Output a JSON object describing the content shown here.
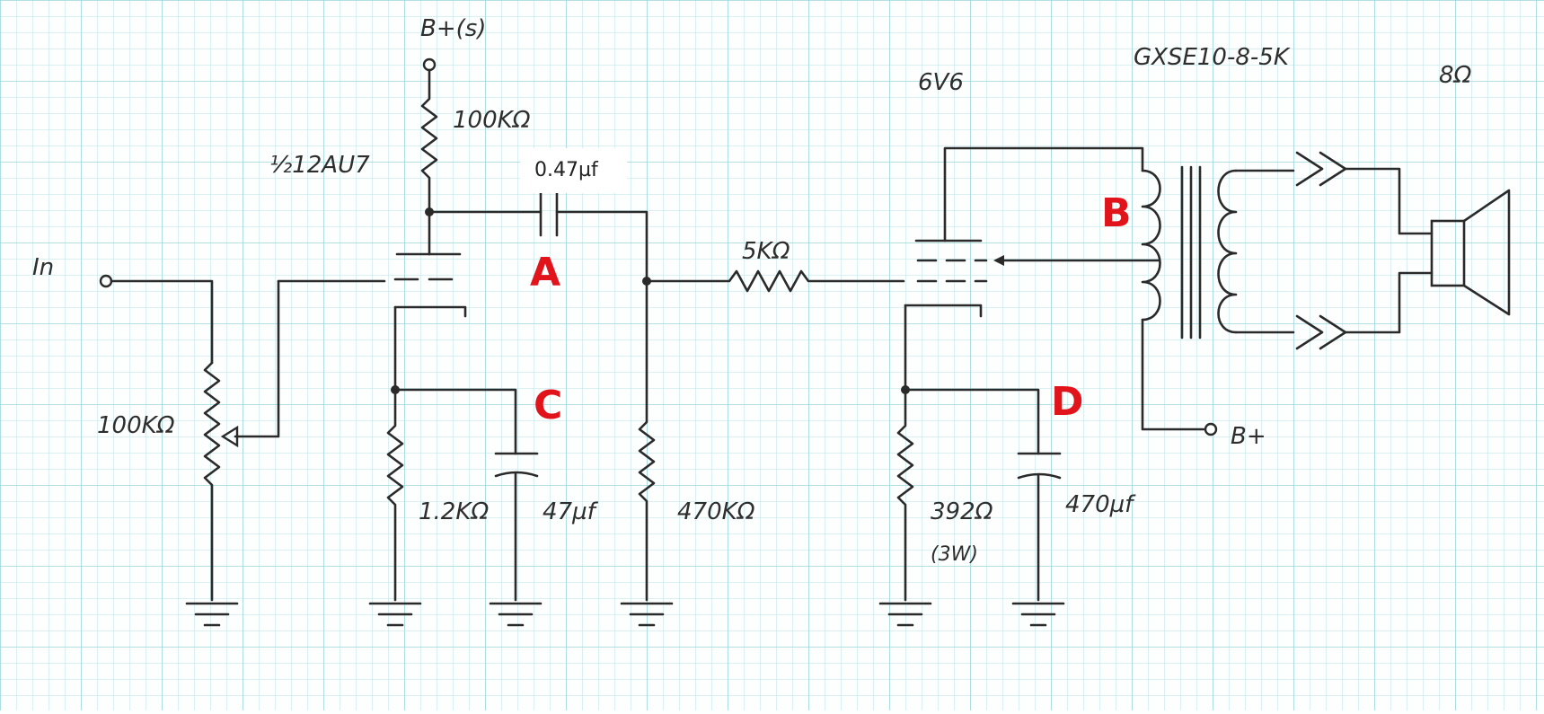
{
  "colors": {
    "paper": "#fdfefe",
    "grid": "#b9e3e6",
    "ink": "#2a2a2a",
    "marker": "#e1141b"
  },
  "labels": {
    "bplus_s": "B+(s)",
    "r_plate": "100KΩ",
    "preamp_tube": "½12AU7",
    "coupling_cap": "0.47µf",
    "input": "In",
    "pot": "100KΩ",
    "r_cathode1": "1.2KΩ",
    "cap_cathode1": "47µf",
    "r_grid": "470KΩ",
    "r_series": "5KΩ",
    "power_tube": "6V6",
    "transformer": "GXSE10-8-5K",
    "speaker": "8Ω",
    "bplus": "B+",
    "r_cathode2": "392Ω",
    "r_cathode2_watt": "(3W)",
    "cap_cathode2": "470µf"
  },
  "markers": {
    "a": "A",
    "b": "B",
    "c": "C",
    "d": "D"
  }
}
